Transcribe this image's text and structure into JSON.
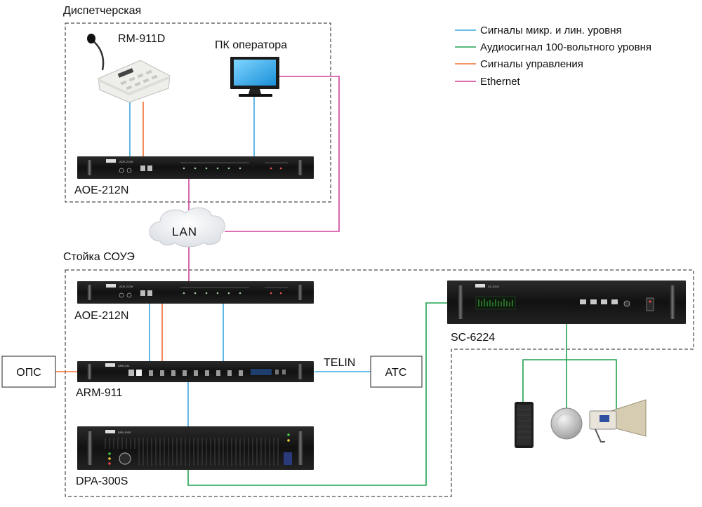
{
  "zones": {
    "dispatch_title": "Диспетчерская",
    "rack_title": "Стойка СОУЭ"
  },
  "devices": {
    "rm911d": "RM-911D",
    "operator_pc": "ПК оператора",
    "aoe_top": "AOE-212N",
    "aoe_rack": "AOE-212N",
    "arm911": "ARM-911",
    "dpa300s": "DPA-300S",
    "sc6224": "SC-6224",
    "ops": "ОПС",
    "ats": "АТС",
    "lan": "LAN",
    "telin": "TELIN"
  },
  "legend": [
    {
      "label": "Сигналы микр. и лин. уровня",
      "color": "#3aa8e0",
      "icon": "blue-line"
    },
    {
      "label": "Аудиосигнал 100-вольтного уровня",
      "color": "#22a250",
      "icon": "green-line"
    },
    {
      "label": "Сигналы управления",
      "color": "#f07030",
      "icon": "orange-line"
    },
    {
      "label": "Ethernet",
      "color": "#d0409a",
      "icon": "magenta-line"
    }
  ]
}
